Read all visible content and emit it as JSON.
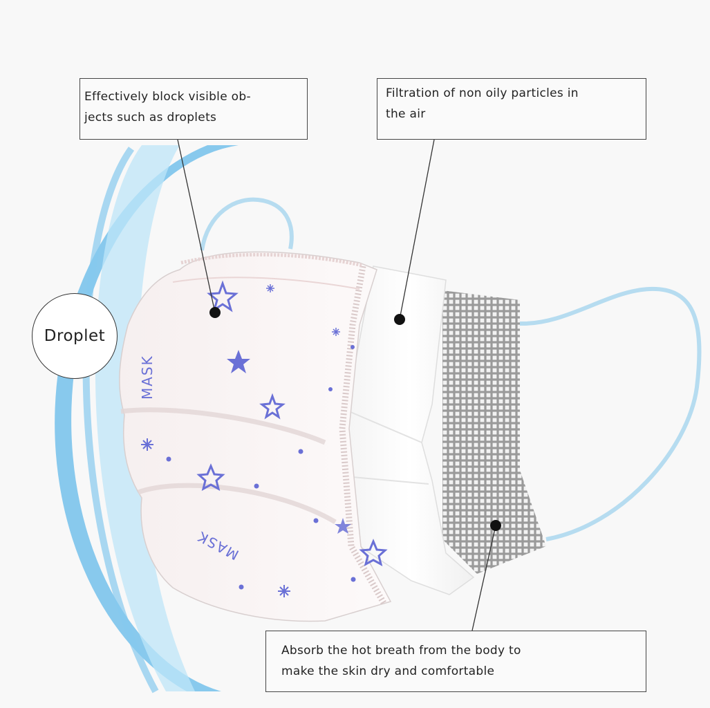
{
  "diagram": {
    "callouts": {
      "block_droplets": {
        "line1": "Effectively block visible ob-",
        "line2": "jects such as droplets"
      },
      "filtration": {
        "line1": "Filtration of non oily particles in",
        "line2": "the air"
      },
      "absorb": {
        "line1": "Absorb the hot breath from the body to",
        "line2": "make the skin dry and comfortable"
      }
    },
    "droplet_label": "Droplet",
    "mask_prints": [
      "MASK",
      "MASK"
    ],
    "colors": {
      "background": "#f8f8f8",
      "mask_outer": "#fbf6f6",
      "ear_loop": "#b6dcf0",
      "print": "#6a70d6",
      "mesh": "#8f8f8f",
      "droplet_arc": "#8fcdf0"
    }
  }
}
